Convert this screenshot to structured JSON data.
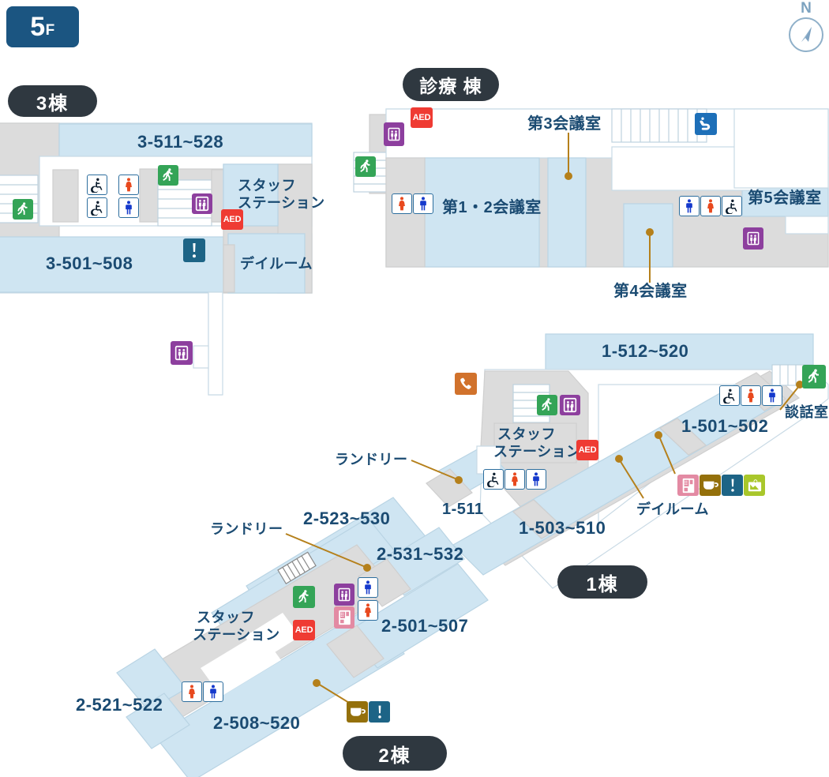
{
  "floor": {
    "number": "5",
    "suffix": "F"
  },
  "compass": {
    "north_label": "N"
  },
  "wings": {
    "wing3": "3棟",
    "medical": "診療 棟",
    "wing1": "1棟",
    "wing2": "2棟"
  },
  "wing3_labels": {
    "rooms_upper": "3-511~528",
    "rooms_lower": "3-501~508",
    "staff_station": "スタッフ\nステーション",
    "staff_station_l1": "スタッフ",
    "staff_station_l2": "ステーション",
    "day_room": "デイルーム"
  },
  "medical_labels": {
    "room_1_2": "第1・2会議室",
    "room_3": "第3会議室",
    "room_4": "第4会議室",
    "room_5": "第5会議室"
  },
  "wing1_labels": {
    "rooms_512": "1-512~520",
    "rooms_501": "1-501~502",
    "rooms_503": "1-503~510",
    "room_511": "1-511",
    "staff_station_l1": "スタッフ",
    "staff_station_l2": "ステーション",
    "laundry": "ランドリー",
    "day_room": "デイルーム",
    "lounge": "談話室"
  },
  "wing2_labels": {
    "rooms_523": "2-523~530",
    "rooms_531": "2-531~532",
    "rooms_501": "2-501~507",
    "rooms_508": "2-508~520",
    "rooms_521": "2-521~522",
    "staff_station_l1": "スタッフ",
    "staff_station_l2": "ステーション",
    "laundry": "ランドリー"
  },
  "icons": {
    "aed": "AED",
    "exit": "emergency-exit-icon",
    "elevator": "elevator-icon",
    "wc_accessible": "accessible-toilet-icon",
    "wc_women": "women-toilet-icon",
    "wc_men": "men-toilet-icon",
    "information": "information-icon",
    "phone": "public-telephone-icon",
    "vending": "vending-machine-icon",
    "cafe": "cafe-icon",
    "shop": "shop-icon",
    "escalator": "escalator-icon"
  },
  "colors": {
    "floor_badge": "#1b5581",
    "wing_badge": "#2f3840",
    "room_fill": "#cfe5f2",
    "corridor_fill": "#dcdcdc",
    "label_text": "#1b4b72",
    "leader_line": "#b5801b",
    "aed": "#ef3b33",
    "exit": "#34a457",
    "elevator": "#8d3f9e",
    "information": "#1d6486",
    "phone": "#d1722c",
    "vending": "#e38aa3",
    "cafe": "#94700b",
    "shop": "#a9c72b",
    "escalator": "#1d6fb8",
    "compass": "#8fb0c9"
  }
}
